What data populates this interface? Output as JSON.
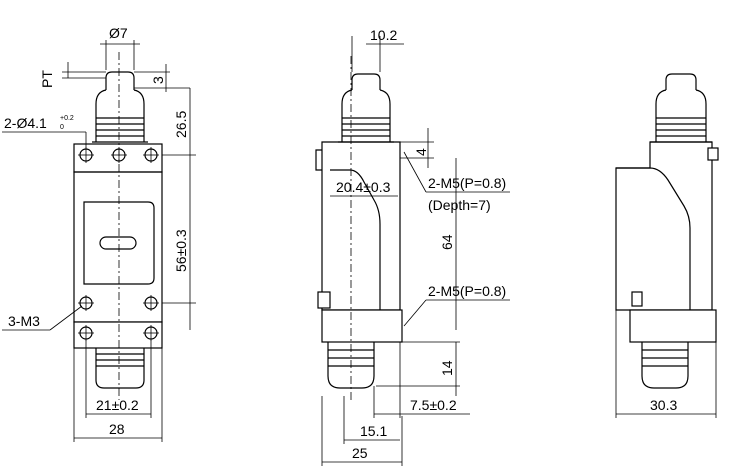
{
  "drawing": {
    "front_view": {
      "dim_diameter_top": "Ø7",
      "label_pt": "PT",
      "dim_plunger_travel": "3",
      "dim_head_height": "26.5",
      "mount_holes_main": "2-Ø4.1",
      "mount_holes_tol_upper": "+0.2",
      "mount_holes_tol_lower": "0",
      "dim_hole_spacing_vertical": "56±0.3",
      "thread_label": "3-M3",
      "dim_hole_spacing_horizontal": "21±0.2",
      "dim_body_width": "28"
    },
    "side_view": {
      "dim_head_width": "10.2",
      "dim_top_offset": "4",
      "dim_slot_height": "20.4±0.3",
      "thread_upper_label": "2-M5(P=0.8)",
      "thread_upper_depth": "(Depth=7)",
      "dim_thread_spacing": "64",
      "thread_lower_label": "2-M5(P=0.8)",
      "dim_bottom_offset": "14",
      "dim_foot_offset": "7.5±0.2",
      "dim_base_depth": "15.1",
      "dim_total_depth": "25"
    },
    "rear_view": {
      "dim_width": "30.3"
    }
  }
}
